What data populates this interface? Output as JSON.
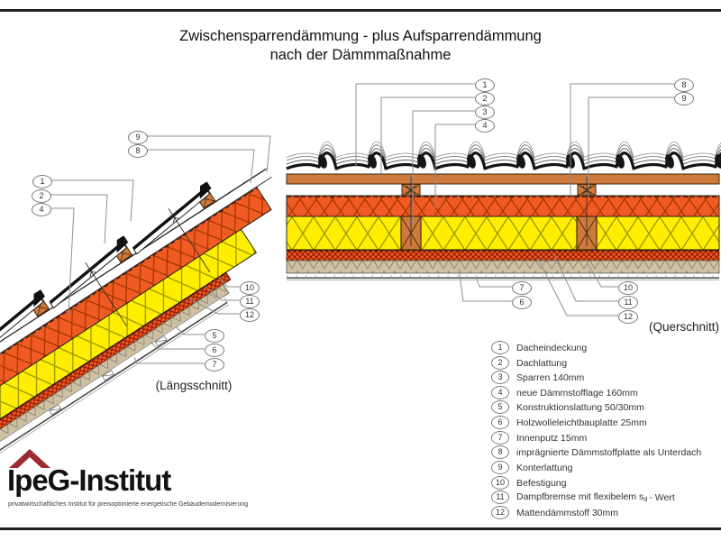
{
  "title": {
    "line1": "Zwischensparrendämmung - plus Aufsparrendämmung",
    "line2": "nach der Dämmmaßnahme"
  },
  "sections": {
    "left_label": "(Längsschnitt)",
    "right_label": "(Querschnitt)"
  },
  "callouts": {
    "laengs": [
      "9",
      "8",
      "1",
      "2",
      "4",
      "10",
      "11",
      "12",
      "5",
      "6",
      "7"
    ],
    "quer": [
      "1",
      "2",
      "3",
      "4",
      "8",
      "9",
      "7",
      "6",
      "10",
      "11",
      "12"
    ]
  },
  "legend": {
    "items": [
      {
        "num": "1",
        "label": "Dacheindeckung"
      },
      {
        "num": "2",
        "label": "Dachlattung"
      },
      {
        "num": "3",
        "label": "Sparren 140mm"
      },
      {
        "num": "4",
        "label": "neue Dämmstofflage 160mm"
      },
      {
        "num": "5",
        "label": "Konstruktionslattung 50/30mm"
      },
      {
        "num": "6",
        "label": "Holzwolleleichtbauplatte 25mm"
      },
      {
        "num": "7",
        "label": "Innenputz 15mm"
      },
      {
        "num": "8",
        "label": "imprägnierte Dämmstoffplatte als Unterdach"
      },
      {
        "num": "9",
        "label": "Konterlattung"
      },
      {
        "num": "10",
        "label": "Befestigung"
      },
      {
        "num": "11",
        "label_pre": "Dampfbremse mit flexibelem s",
        "label_sub": "d",
        "label_post": "- Wert"
      },
      {
        "num": "12",
        "label": "Mattendämmstoff 30mm"
      }
    ]
  },
  "logo": {
    "name": "IpeG-Institut",
    "tagline": "privatwirtschaftliches Institut für preisoptimierte energetische Gebäudemodernisierung"
  },
  "colors": {
    "insulation_orange": "#f05a23",
    "insulation_yellow": "#ffee00",
    "wood_brown": "#cd7a3c",
    "matte_red_hatch": "#8b1500",
    "board_tan": "#cfc0a2",
    "logo_red": "#9e2b31",
    "line_black": "#1a1a1a",
    "leader_gray": "#8f8f8f"
  }
}
